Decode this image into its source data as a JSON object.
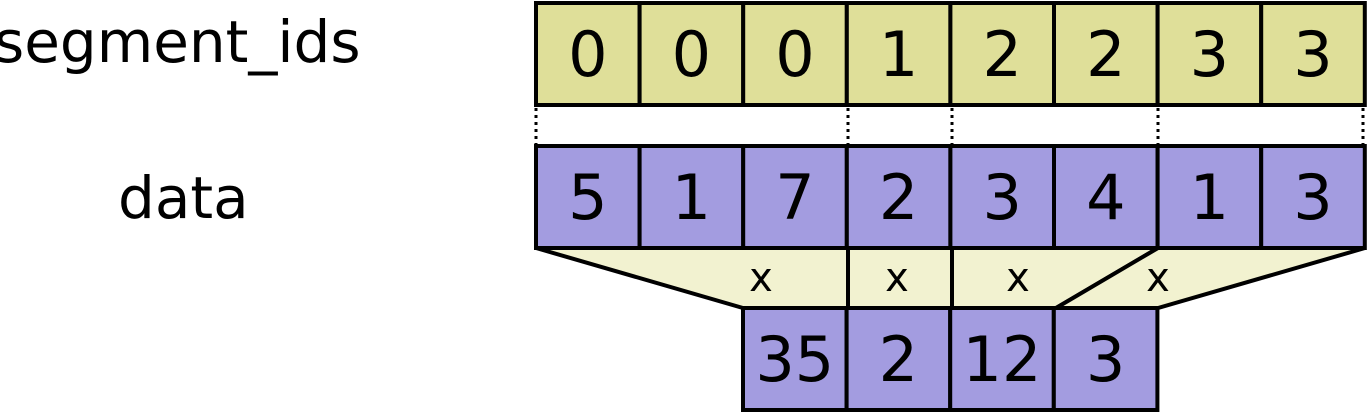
{
  "labels": {
    "segment_ids": "segment_ids",
    "data": "data"
  },
  "segment_ids": [
    "0",
    "0",
    "0",
    "1",
    "2",
    "2",
    "3",
    "3"
  ],
  "data": [
    "5",
    "1",
    "7",
    "2",
    "3",
    "4",
    "1",
    "3"
  ],
  "results": [
    "35",
    "2",
    "12",
    "3"
  ],
  "operator": "x",
  "colors": {
    "segment_fill": "#dfdf99",
    "data_fill": "#a39ce0",
    "funnel_fill": "#f2f2d0",
    "stroke": "#000000"
  }
}
